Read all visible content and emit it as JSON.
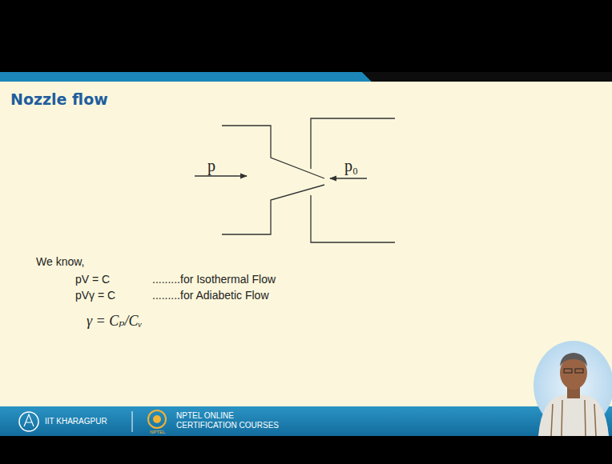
{
  "diagram": {
    "title": "Nozzle flow",
    "labels": [
      "p",
      "p₀",
      "We know,",
      "pV = C",
      ".........for Isothermal Flow",
      "pVγ = C",
      ".........for Adiabetic Flow",
      "γ = Cₚ/Cᵥ",
      "IIT KHARAGPUR",
      "NPTEL ONLINE",
      "CERTIFICATION COURSES",
      "NPTEL"
    ]
  }
}
